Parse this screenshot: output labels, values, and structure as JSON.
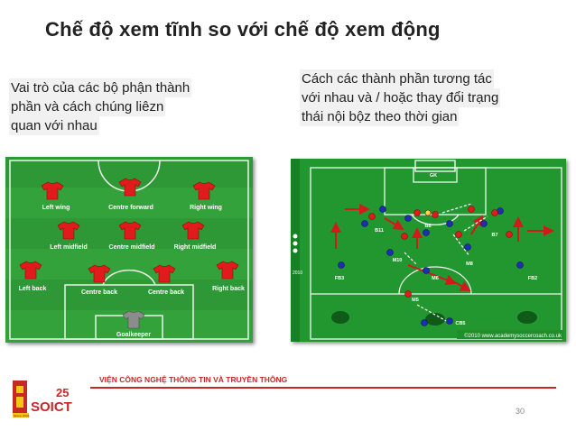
{
  "slide": {
    "title": "Chế độ xem tĩnh so với chế độ xem động",
    "left_text_lines": [
      "Vai trò của các bộ phận thành",
      "phần và cách chúng liêzn",
      "quan với nhau"
    ],
    "right_text_lines": [
      "Cách các thành phần tương tác",
      "với nhau và / hoặc thay đổi trạng",
      "thái nội bộz theo thời gian"
    ],
    "page_number": "30"
  },
  "formation": {
    "labels": [
      "Left wing",
      "Centre forward",
      "Right wing",
      "Left midfield",
      "Centre midfield",
      "Right midfield",
      "Left back",
      "Centre back",
      "Centre back",
      "Right back",
      "Goalkeeper"
    ]
  },
  "tactics": {
    "labels": [
      "B11",
      "B8",
      "B7",
      "M10",
      "M6",
      "M8",
      "FB3",
      "FB2",
      "M5",
      "CB5",
      "GK"
    ],
    "copyright": "©2010 www.academysoccercoach.co.uk",
    "sidebar_text": "2010"
  },
  "footer": {
    "logo_number": "25",
    "logo_text": "SOICT",
    "logo_badge": "Since 2006",
    "institute": "VIỆN CÔNG NGHỆ THÔNG TIN VÀ TRUYỀN THÔNG"
  },
  "colors": {
    "accent": "#c62828",
    "pitch_left": "#33a23a",
    "pitch_right": "#1f8f2c",
    "player_red": "#e01b1b",
    "player_blue": "#1d2fb0"
  }
}
